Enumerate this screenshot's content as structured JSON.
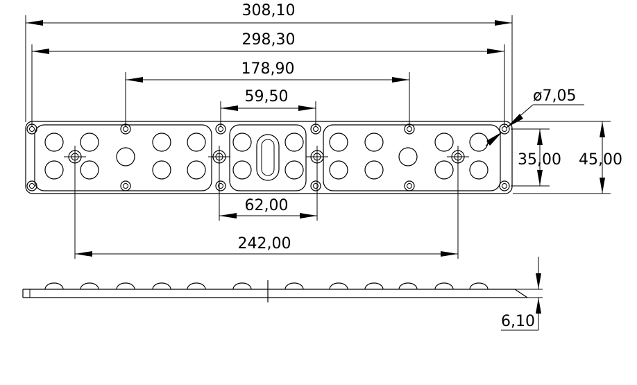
{
  "drawing": {
    "dimensions": {
      "overall_length": "308,10",
      "hole_span_outer": "298,30",
      "hole_span_mid": "178,90",
      "hole_span_inner": "59,50",
      "hole_diameter": "ø7,05",
      "hole_vertical_span": "35,00",
      "overall_width": "45,00",
      "mount_span_inner": "62,00",
      "mount_span_outer": "242,00",
      "thickness": "6,10"
    }
  }
}
